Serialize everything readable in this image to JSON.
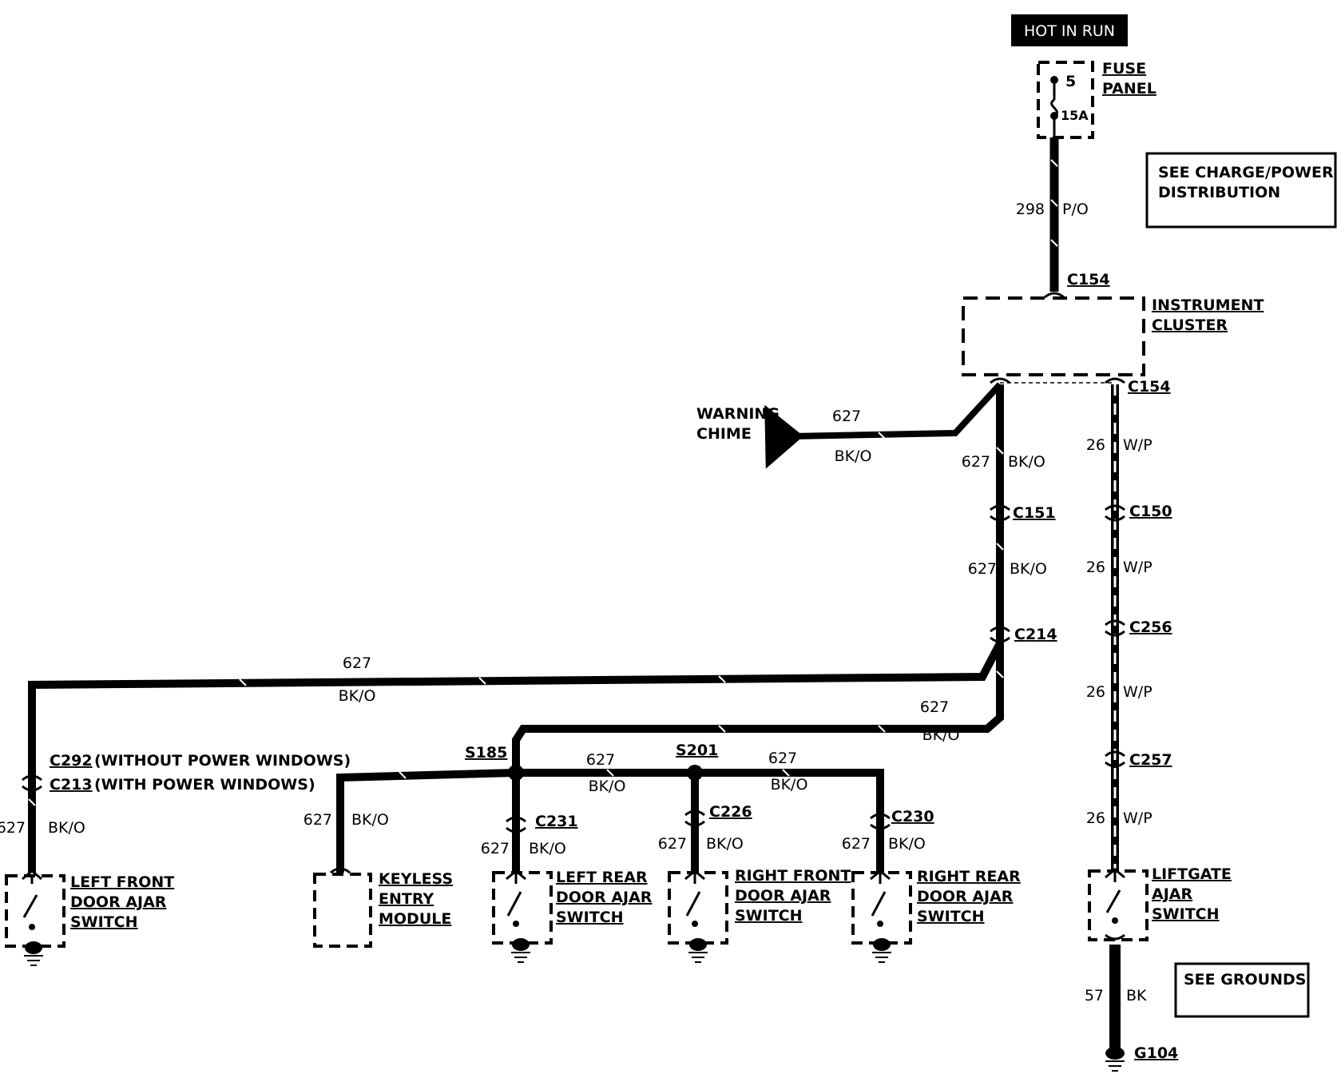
{
  "power": {
    "label": "HOT IN RUN"
  },
  "fuse": {
    "number": "5",
    "rating": "15A",
    "label_line1": "FUSE",
    "label_line2": "PANEL"
  },
  "notes": {
    "charge": [
      "SEE CHARGE/POWER",
      "DISTRIBUTION"
    ],
    "grounds": "SEE GROUNDS"
  },
  "cluster": {
    "line1": "INSTRUMENT",
    "line2": "CLUSTER"
  },
  "chime": {
    "line1": "WARNING",
    "line2": "CHIME"
  },
  "connectors": {
    "c154_top": "C154",
    "c154_right": "C154",
    "c151": "C151",
    "c214": "C214",
    "c150": "C150",
    "c256": "C256",
    "c257": "C257",
    "c292": "C292",
    "c292_note": "(WITHOUT POWER WINDOWS)",
    "c213": "C213",
    "c213_note": "(WITH POWER WINDOWS)",
    "c231": "C231",
    "c226": "C226",
    "c230": "C230"
  },
  "splices": {
    "s185": "S185",
    "s201": "S201"
  },
  "ground": {
    "g104": "G104"
  },
  "wires": {
    "w298": {
      "circuit": "298",
      "color": "P/O"
    },
    "w627": {
      "circuit": "627",
      "color": "BK/O"
    },
    "w26": {
      "circuit": "26",
      "color": "W/P"
    },
    "w57": {
      "circuit": "57",
      "color": "BK"
    }
  },
  "components": {
    "lf": [
      "LEFT FRONT",
      "DOOR AJAR",
      "SWITCH"
    ],
    "keyless": [
      "KEYLESS",
      "ENTRY",
      "MODULE"
    ],
    "lr": [
      "LEFT REAR",
      "DOOR AJAR",
      "SWITCH"
    ],
    "rf": [
      "RIGHT FRONT",
      "DOOR AJAR",
      "SWITCH"
    ],
    "rr": [
      "RIGHT REAR",
      "DOOR AJAR",
      "SWITCH"
    ],
    "lg": [
      "LIFTGATE",
      "AJAR",
      "SWITCH"
    ]
  }
}
